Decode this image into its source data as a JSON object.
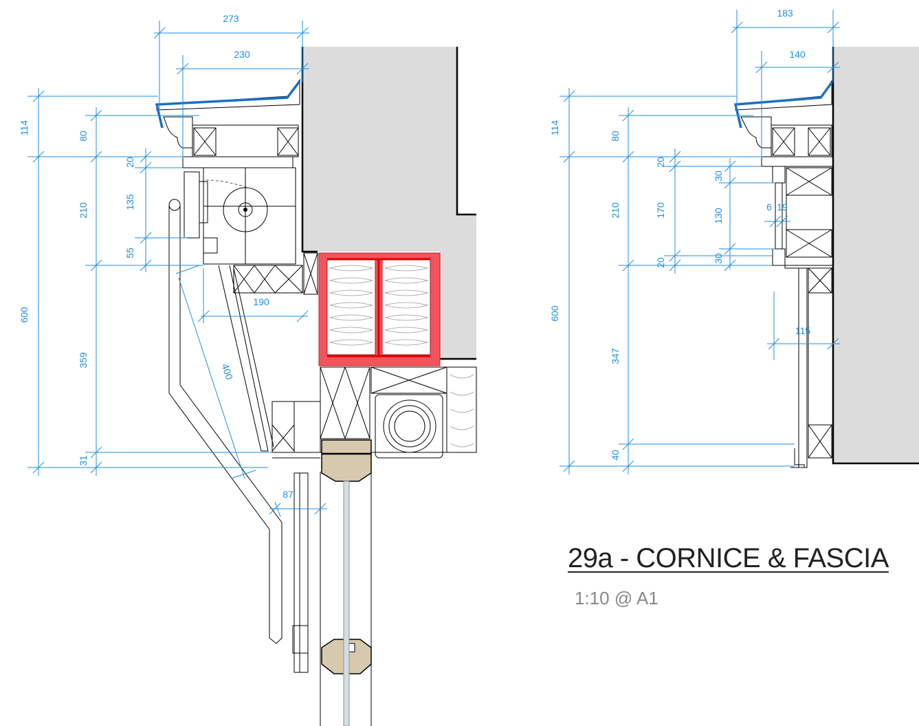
{
  "title": "29a - CORNICE & FASCIA",
  "scale": "1:10 @ A1",
  "colors": {
    "dimension": "#1e8ee6",
    "flashing": "#1a6fc4",
    "insulation_box": "#f2545b",
    "wall_fill": "#dcdcdc",
    "frame_timber": "#d6c9ad"
  },
  "left_detail": {
    "dimensions": {
      "d273": "273",
      "d230": "230",
      "d114": "114",
      "d80": "80",
      "d20": "20",
      "d135": "135",
      "d210": "210",
      "d55": "55",
      "d600": "600",
      "d190": "190",
      "d359": "359",
      "d400": "400",
      "d31": "31",
      "d87": "87"
    }
  },
  "right_detail": {
    "dimensions": {
      "d183": "183",
      "d140": "140",
      "d114": "114",
      "d80": "80",
      "d20a": "20",
      "d30a": "30",
      "d210": "210",
      "d170": "170",
      "d130": "130",
      "d6": "6",
      "d19": "19",
      "d30b": "30",
      "d20b": "20",
      "d600": "600",
      "d115": "115",
      "d347": "347",
      "d40": "40"
    }
  }
}
